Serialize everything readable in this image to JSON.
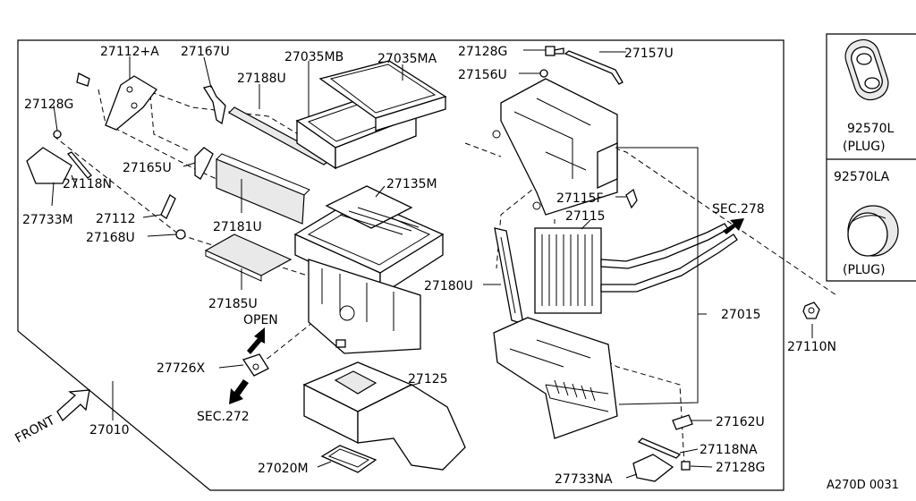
{
  "diagram_code": "A270D 0031",
  "labels": {
    "p27112A": "27112+A",
    "p27167U": "27167U",
    "p27035MB": "27035MB",
    "p27035MA": "27035MA",
    "p27128G_a": "27128G",
    "p27157U": "27157U",
    "p27156U": "27156U",
    "p27128G_b": "27128G",
    "p27188U": "27188U",
    "p27165U": "27165U",
    "p27118N": "27118N",
    "p27733M": "27733M",
    "p27112": "27112",
    "p27168U": "27168U",
    "p27181U": "27181U",
    "p27135M": "27135M",
    "p27185U": "27185U",
    "p27115F": "27115F",
    "p27115": "27115",
    "sec278": "SEC.278",
    "p27180U": "27180U",
    "p27015": "27015",
    "open": "OPEN",
    "p27726X": "27726X",
    "sec272": "SEC.272",
    "p27125": "27125",
    "p27010": "27010",
    "front": "FRONT",
    "p27020M": "27020M",
    "p27733NA": "27733NA",
    "p27118NA": "27118NA",
    "p27162U": "27162U",
    "p27128G_c": "27128G",
    "p27110N": "27110N"
  },
  "inset": {
    "plug1_part": "92570L",
    "plug1_note": "(PLUG)",
    "plug2_part": "92570LA",
    "plug2_note": "(PLUG)"
  }
}
